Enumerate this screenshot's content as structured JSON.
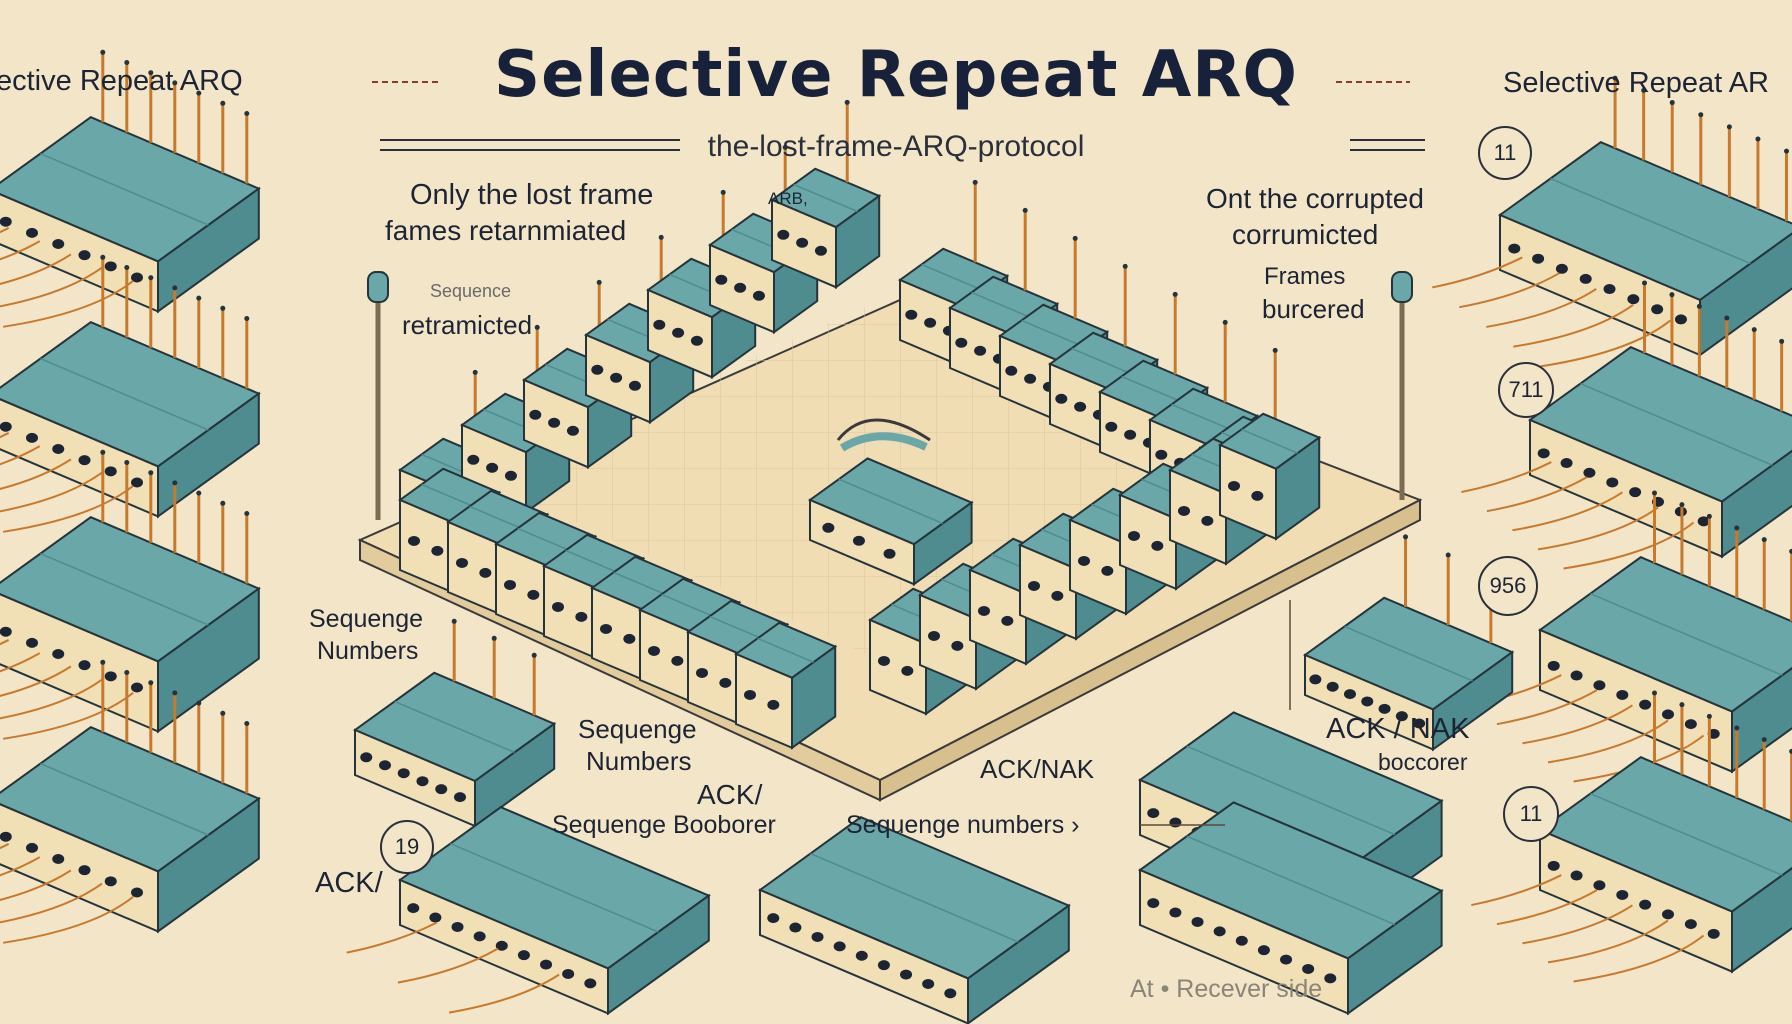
{
  "title": "Selective Repeat ARQ",
  "subtitle": "the-lost-frame-ARQ-protocol",
  "corner_titles": {
    "left": "ective Repeat ARQ",
    "right": "Selective Repeat AR"
  },
  "labels": {
    "only_lost_frame": "Only the lost frame",
    "frames_retransmitted": "fames retarnmiated",
    "arb": "ARB,",
    "sequence_small": "Sequence",
    "retramicted": "retramicted",
    "corrupted_line1": "Ont the corrupted",
    "corrupted_line2": "corrumicted",
    "frames_line1": "Frames",
    "frames_line2": "burcered",
    "seq_numbers_left_1": "Sequenge",
    "seq_numbers_left_2": "Numbers",
    "seq_numbers_mid_1": "Sequenge",
    "seq_numbers_mid_2": "Numbers",
    "ack_slash": "ACK/",
    "seq_booorer": "Sequenge Booborer",
    "ack_nak_mid": "ACK/NAK",
    "seq_numbers_arrow": "Sequenge numbers ›",
    "ack_nak_right": "ACK / NAK",
    "boccorer": "boccorer",
    "ack_left_bottom": "ACK/",
    "receiver_side": "At • Recever side"
  },
  "badges": [
    "11",
    "711",
    "956",
    "11",
    "19"
  ],
  "colors": {
    "background": "#f3e6c8",
    "device_top": "#6aa7a9",
    "device_side": "#4f8c8f",
    "device_front": "#f1dfb6",
    "wire": "#c77a2e",
    "ink": "#1d2433"
  }
}
